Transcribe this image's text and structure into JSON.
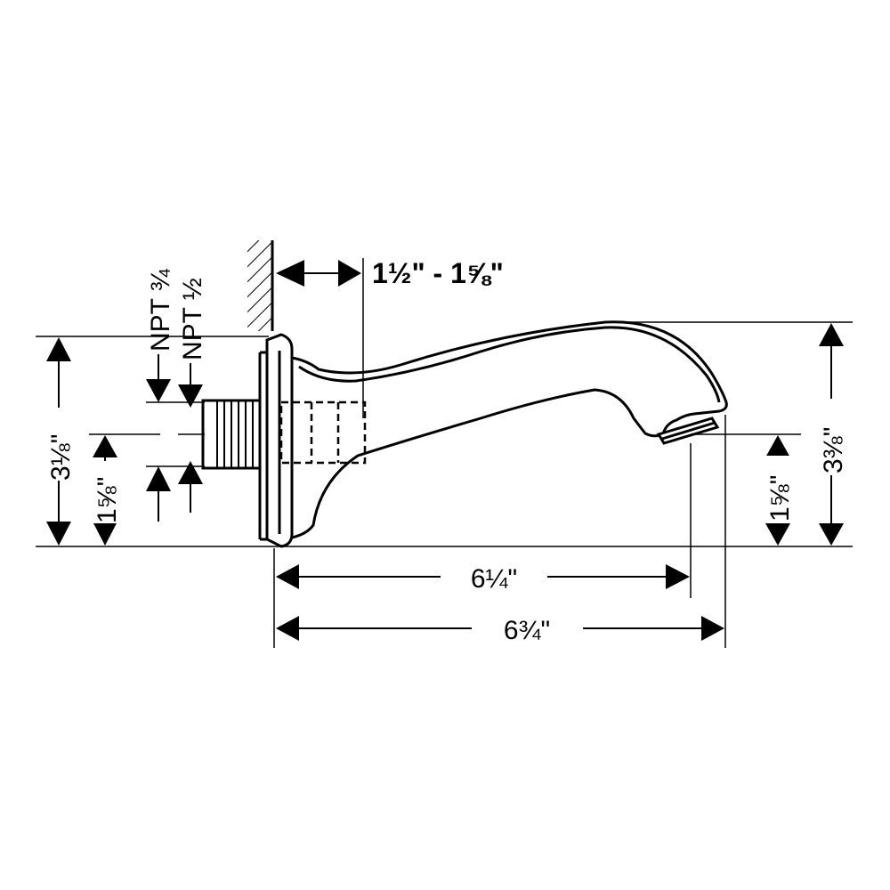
{
  "dimensions": {
    "wall_gap": "1½\" - 1⅝\"",
    "thread_npt_large": "NPT ¾",
    "thread_npt_small": "NPT ½",
    "overall_height": "3⅛\"",
    "thread_center_height": "1⅝\"",
    "spout_height": "3⅜\"",
    "outlet_height": "1⅝\"",
    "length_to_outlet": "6¼\"",
    "overall_length": "6¾\""
  },
  "colors": {
    "line": "#000000",
    "background": "#ffffff"
  }
}
